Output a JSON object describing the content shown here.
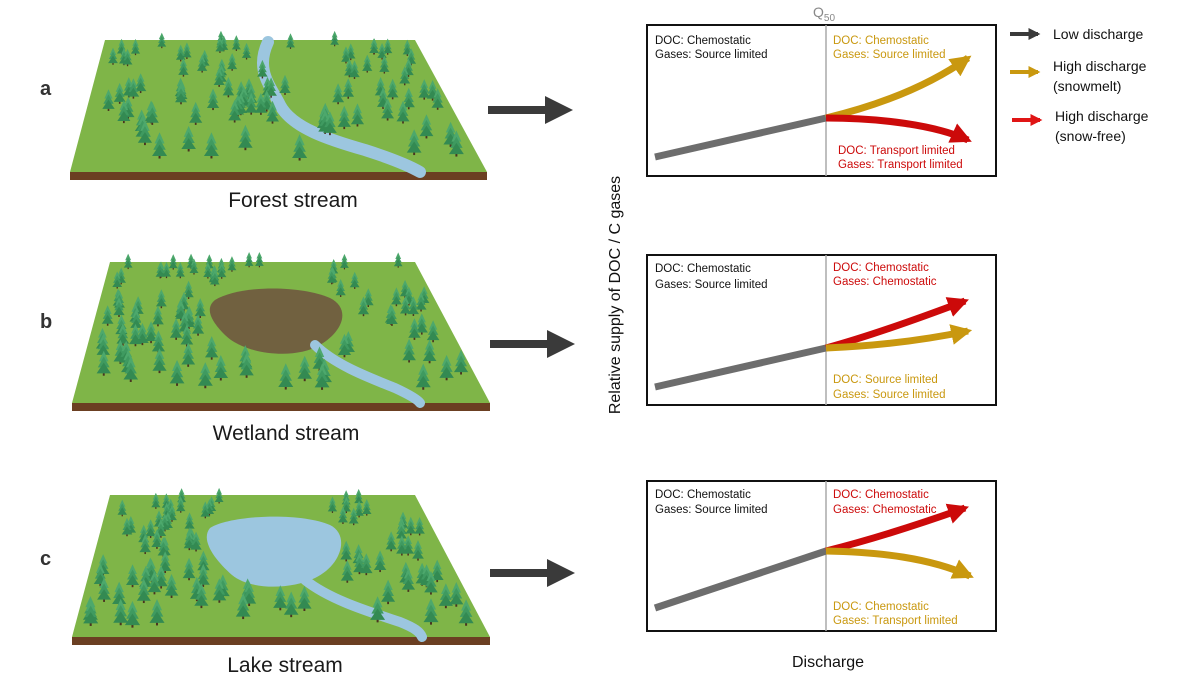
{
  "q50_label": "Q",
  "q50_sub": "50",
  "y_axis_label": "Relative supply of DOC / C gases",
  "x_axis_label": "Discharge",
  "colors": {
    "low": "#6d6d6d",
    "snowmelt": "#c9980f",
    "snowfree": "#cc0a0a",
    "water": "#9cc6df",
    "wetland": "#6e5240",
    "grass": "#7fb548",
    "soil": "#6b3f22",
    "tree": "#3f9a60"
  },
  "legend": [
    {
      "label": "Low discharge",
      "color": "#3a3a3a"
    },
    {
      "label": "High discharge",
      "label2": "(snowmelt)",
      "color": "#c9980f"
    },
    {
      "label": "High discharge",
      "label2": "(snow-free)",
      "color": "#e01515"
    }
  ],
  "panels": [
    {
      "letter": "a",
      "scene": "Forest stream",
      "left_doc": "DOC: Chemostatic",
      "left_gas": "Gases: Source limited",
      "upper_doc": "DOC: Chemostatic",
      "upper_gas": "Gases: Source limited",
      "upper_color": "#c9980f",
      "lower_doc": "DOC: Transport limited",
      "lower_gas": "Gases: Transport limited",
      "lower_color": "#cc0a0a"
    },
    {
      "letter": "b",
      "scene": "Wetland stream",
      "left_doc": "DOC: Chemostatic",
      "left_gas": "Gases: Source limited",
      "upper_doc": "DOC: Chemostatic",
      "upper_gas": "Gases: Chemostatic",
      "upper_color": "#cc0a0a",
      "lower_doc": "DOC: Source limited",
      "lower_gas": "Gases: Source limited",
      "lower_color": "#c9980f"
    },
    {
      "letter": "c",
      "scene": "Lake stream",
      "left_doc": "DOC: Chemostatic",
      "left_gas": "Gases: Source limited",
      "upper_doc": "DOC: Chemostatic",
      "upper_gas": "Gases: Chemostatic",
      "upper_color": "#cc0a0a",
      "lower_doc": "DOC: Chemostatic",
      "lower_gas": "Gases: Transport limited",
      "lower_color": "#c9980f"
    }
  ]
}
